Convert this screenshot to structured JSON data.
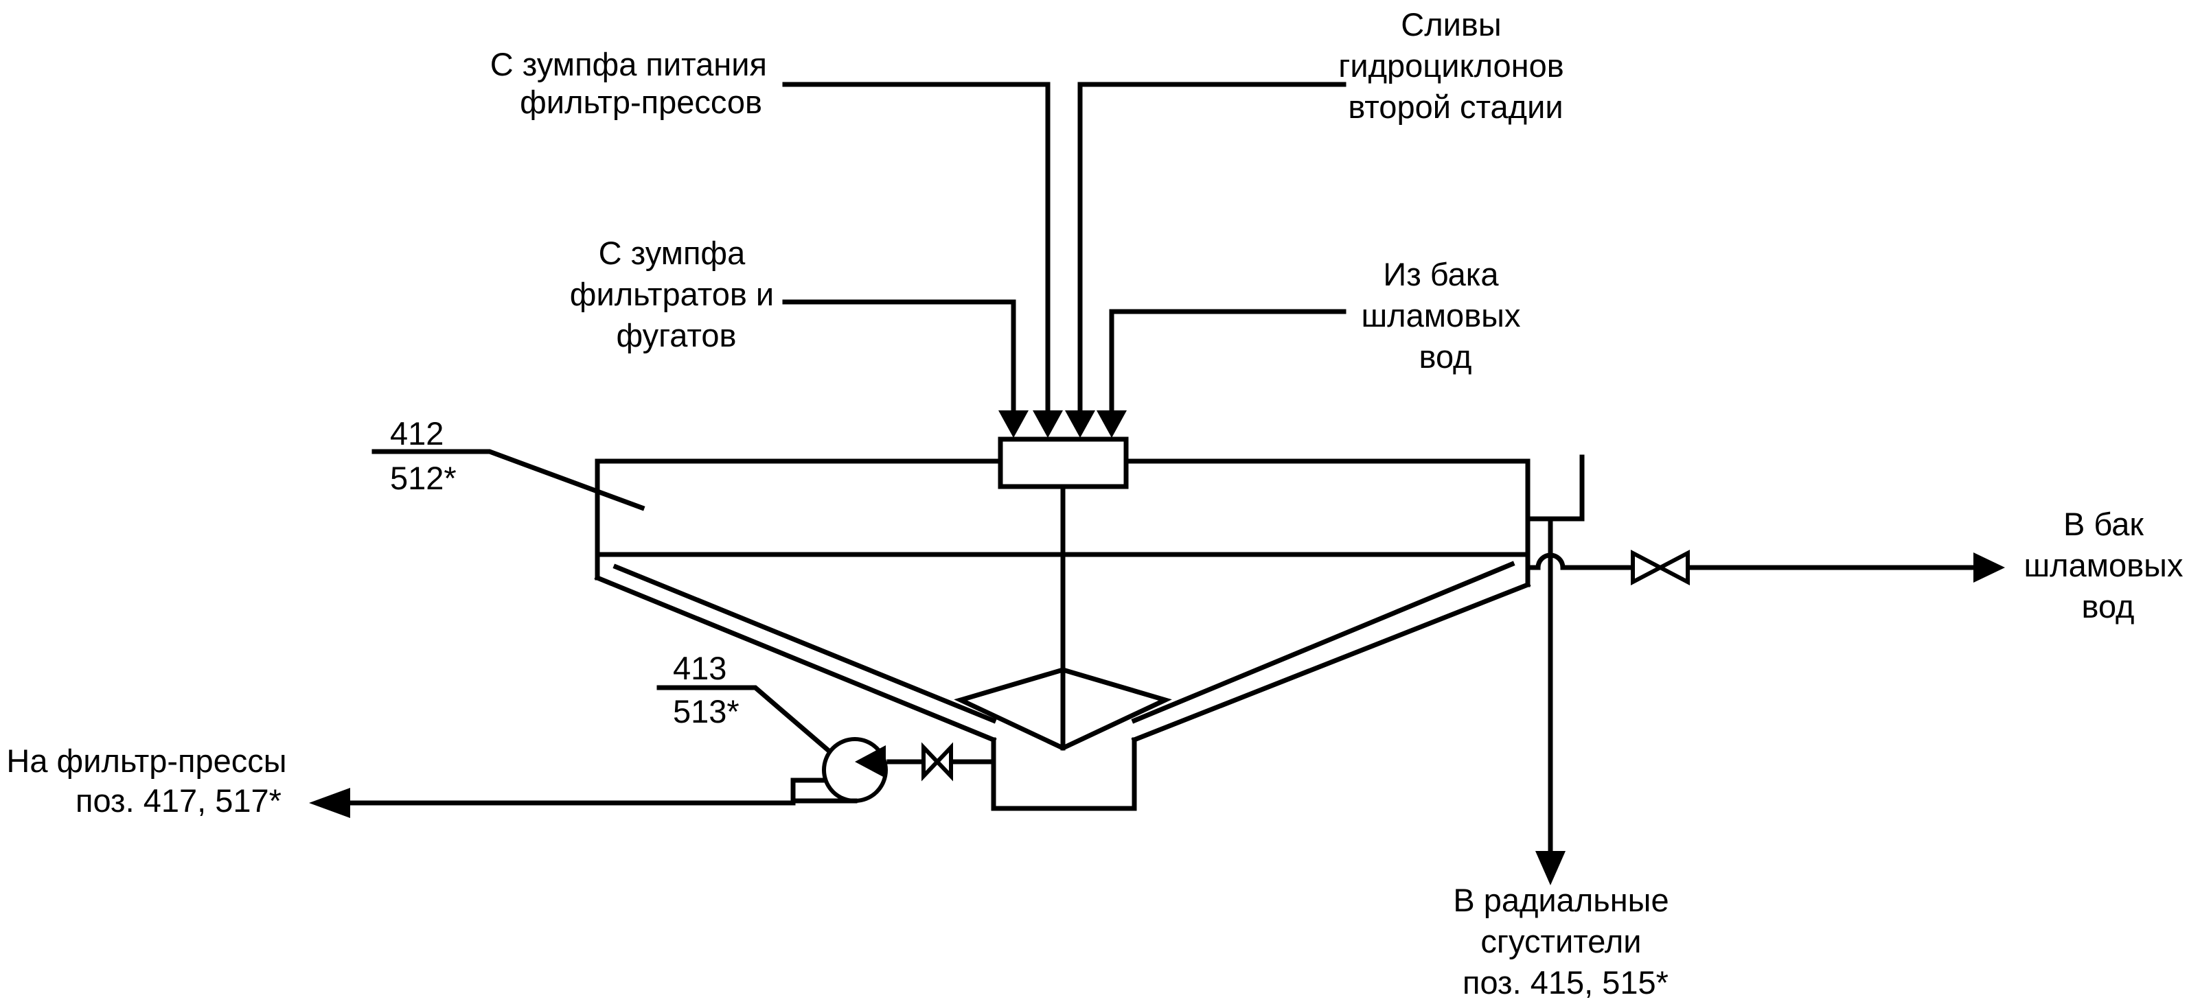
{
  "labels": {
    "feed_sump": [
      "С зумпфа питания",
      "фильтр-прессов"
    ],
    "hydrocyclone_overflow": [
      "Сливы",
      "гидроциклонов",
      "второй стадии"
    ],
    "filtrate_sump": [
      "С зумпфа",
      "фильтратов и",
      "фугатов"
    ],
    "slime_tank_in": [
      "Из бака",
      "шламовых",
      "вод"
    ],
    "thickener_pos_top": "412",
    "thickener_pos_bottom": "512*",
    "pump_pos_top": "413",
    "pump_pos_bottom": "513*",
    "to_slime_tank": [
      "В бак",
      "шламовых",
      "вод"
    ],
    "to_filter_press": [
      "На фильтр-прессы",
      "поз. 417, 517*"
    ],
    "to_radial_thickeners": [
      "В радиальные",
      "сгустители",
      "поз. 415, 515*"
    ]
  },
  "colors": {
    "line": "#000000",
    "background": "#ffffff"
  }
}
